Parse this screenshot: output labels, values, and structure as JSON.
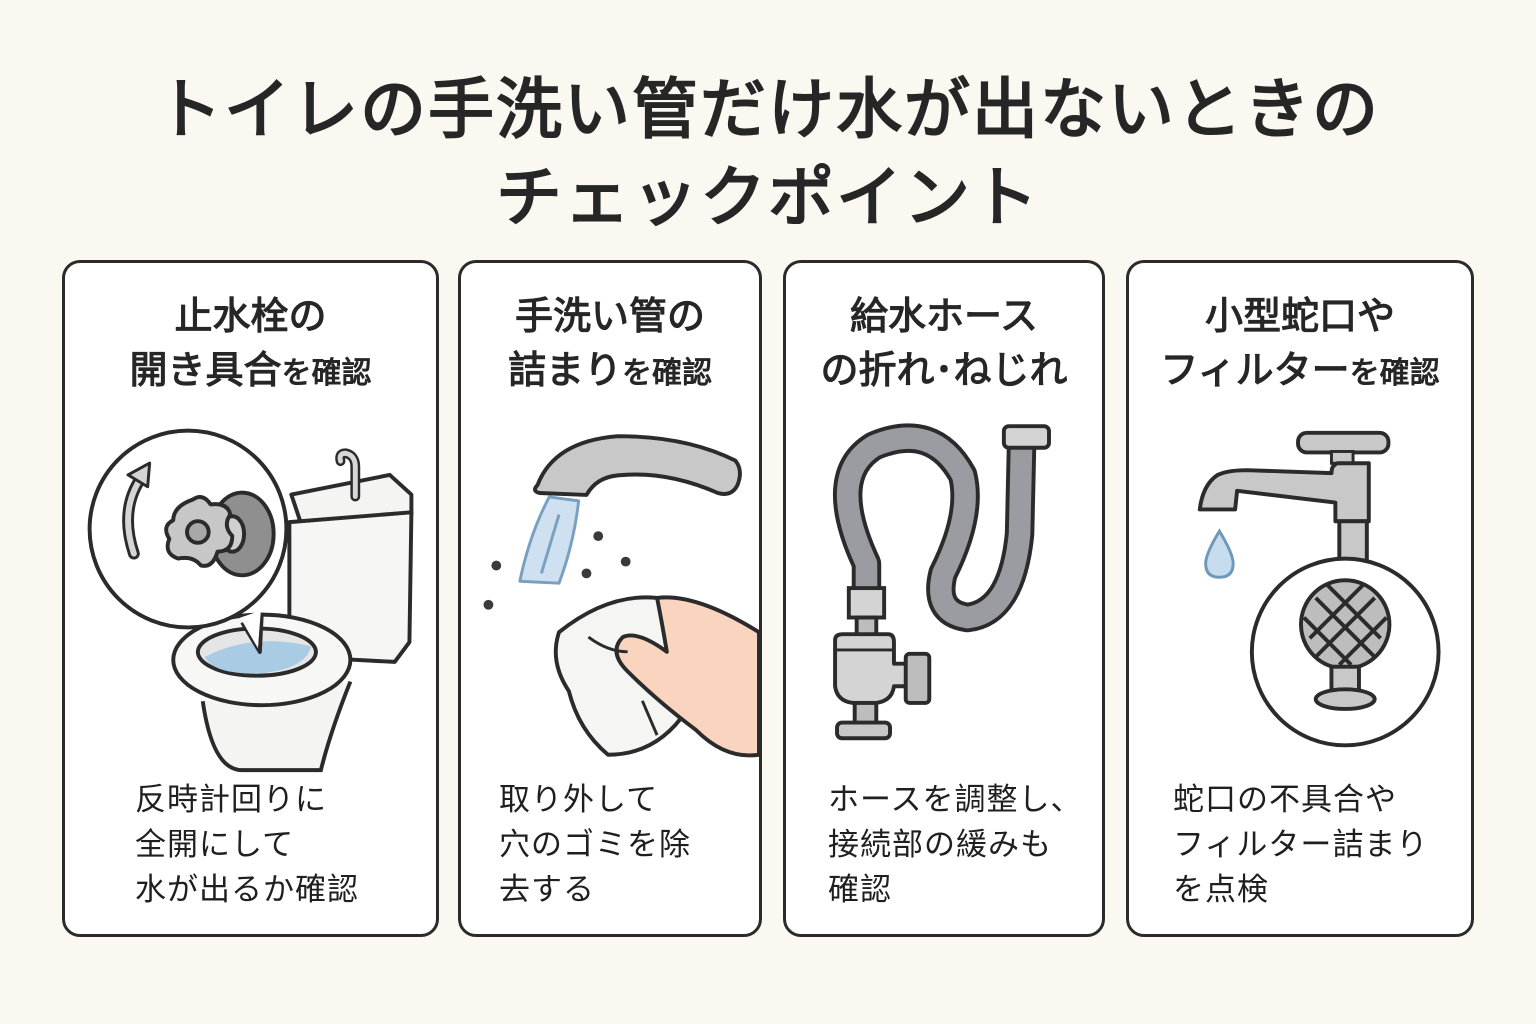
{
  "title": {
    "line1": "トイレの手洗い管だけ水が出ないときの",
    "line2": "チェックポイント"
  },
  "colors": {
    "background": "#faf8f1",
    "card": "#ffffff",
    "outline": "#2b2b2b",
    "text": "#262626",
    "metal": "#c7c7c7",
    "hose": "#9a9ca1",
    "water": "#a9cbe4",
    "skin": "#f9d5c0"
  },
  "cards": [
    {
      "heading": [
        "止水栓の",
        "開き具合",
        "を確認"
      ],
      "icon": "toilet-valve-icon",
      "body": [
        "反時計回りに",
        "全開にして",
        "水が出るか確認"
      ]
    },
    {
      "heading": [
        "手洗い管の",
        "詰まり",
        "を確認"
      ],
      "icon": "faucet-cleaning-icon",
      "body": [
        "取り外して",
        "穴のゴミを除",
        "去する"
      ]
    },
    {
      "heading": [
        "給水ホース",
        "の折れ･ねじれ"
      ],
      "icon": "supply-hose-icon",
      "body": [
        "ホースを調整し、",
        "接続部の緩みも",
        "確認"
      ]
    },
    {
      "heading": [
        "小型蛇口や",
        "フィルター",
        "を確認"
      ],
      "icon": "faucet-filter-icon",
      "body": [
        "蛇口の不具合や",
        "フィルター詰まり",
        "を点検"
      ]
    }
  ]
}
